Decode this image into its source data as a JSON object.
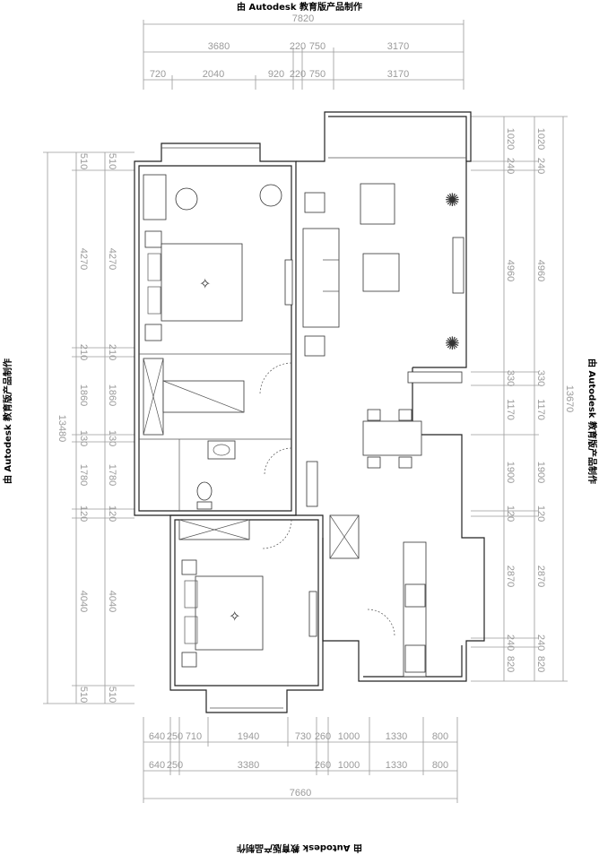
{
  "watermark": "由 Autodesk 教育版产品制作",
  "dimensions": {
    "top": {
      "overall": "7820",
      "row2": [
        "3680",
        "220",
        "750",
        "3170"
      ],
      "row3": [
        "720",
        "2040",
        "920",
        "220",
        "750",
        "3170"
      ]
    },
    "bottom": {
      "row1": [
        "640",
        "250",
        "710",
        "1940",
        "730",
        "260",
        "1000",
        "1330",
        "800"
      ],
      "row2": [
        "640",
        "250",
        "3380",
        "260",
        "1000",
        "1330",
        "800"
      ],
      "overall": "7660"
    },
    "left": {
      "overall": "13480",
      "segments": [
        "510",
        "4270",
        "210",
        "1860",
        "130",
        "1780",
        "120",
        "4040",
        "510"
      ]
    },
    "right": {
      "overall": "13670",
      "segments": [
        "1020",
        "240",
        "4960",
        "330",
        "1170",
        "1900",
        "120",
        "2870",
        "240",
        "820"
      ]
    }
  }
}
